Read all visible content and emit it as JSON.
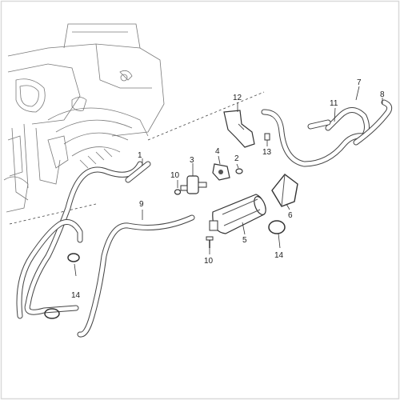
{
  "diagram": {
    "border_color": "#d9d9d9",
    "line_color": "#333333",
    "parts": [
      {
        "id": "p1",
        "label": "1"
      },
      {
        "id": "p2",
        "label": "2"
      },
      {
        "id": "p3",
        "label": "3"
      },
      {
        "id": "p4",
        "label": "4"
      },
      {
        "id": "p5",
        "label": "5"
      },
      {
        "id": "p6",
        "label": "6"
      },
      {
        "id": "p7",
        "label": "7"
      },
      {
        "id": "p8",
        "label": "8"
      },
      {
        "id": "p9",
        "label": "9"
      },
      {
        "id": "p10a",
        "label": "10"
      },
      {
        "id": "p10b",
        "label": "10"
      },
      {
        "id": "p11",
        "label": "11"
      },
      {
        "id": "p12",
        "label": "12"
      },
      {
        "id": "p13",
        "label": "13"
      },
      {
        "id": "p14a",
        "label": "14"
      },
      {
        "id": "p14b",
        "label": "14"
      }
    ],
    "icons": {
      "fuel_pump": "fuel-pump-icon",
      "fuel_filter": "fuel-filter-icon",
      "bracket": "mounting-bracket-icon",
      "hose_clamp": "hose-clamp-icon",
      "chassis": "chassis-frame-icon"
    }
  }
}
